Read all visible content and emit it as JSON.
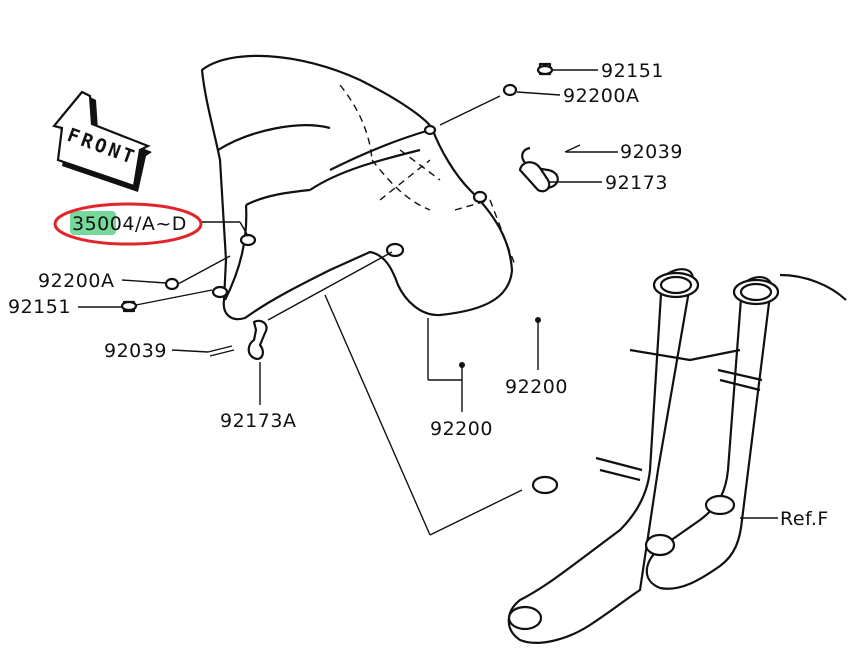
{
  "arrow": {
    "label": "FRONT"
  },
  "callouts": {
    "fender": "35004/A~D",
    "bolt_top": "92151",
    "washer_top": "92200A",
    "pin_right": "92039",
    "clip_right": "92173",
    "washer_left": "92200A",
    "bolt_left": "92151",
    "pin_left": "92039",
    "clip_left": "92173A",
    "grommet_center": "92200",
    "grommet_right": "92200",
    "fork_ref": "Ref.F"
  },
  "highlight": {
    "circle_color": "#e0262b",
    "marker_color": "#5fd18a",
    "marked_text": "350"
  }
}
